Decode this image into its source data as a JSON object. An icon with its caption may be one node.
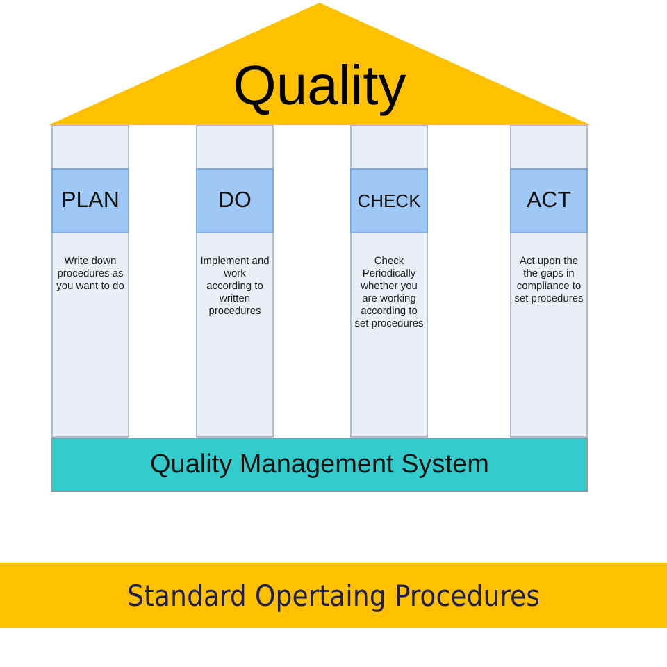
{
  "diagram": {
    "nodes": [
      {
        "text": [
          "Quality"
        ]
      },
      {
        "text": [
          "Write down procedures as you want to do"
        ]
      },
      {
        "text": [
          "PLAN"
        ],
        "in": 1
      },
      {
        "text": [
          "Implement and work according to written procedures"
        ]
      },
      {
        "text": [
          "DO"
        ],
        "in": 3
      },
      {
        "text": [
          "Check Periodically whether you are working according to set procedures"
        ]
      },
      {
        "text": [
          "CHECK"
        ],
        "in": 5
      },
      {
        "text": [
          "Act upon the the gaps in compliance to set procedures"
        ]
      },
      {
        "text": [
          "ACT"
        ],
        "in": 7
      },
      {
        "text": [
          "Quality Management System"
        ]
      },
      {
        "text": [
          "Standard Opertaing Procedures"
        ]
      }
    ]
  }
}
